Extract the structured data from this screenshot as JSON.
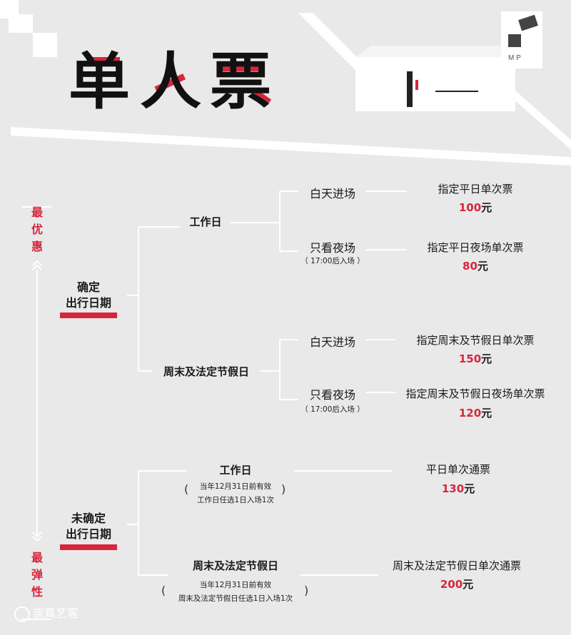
{
  "title": {
    "chars": [
      "单",
      "人",
      "票"
    ]
  },
  "side_labels": {
    "top": [
      "最",
      "优",
      "惠"
    ],
    "bottom": [
      "最",
      "弹",
      "性"
    ]
  },
  "fixed": {
    "label_line1": "确定",
    "label_line2": "出行日期",
    "weekday": {
      "label": "工作日",
      "day": {
        "option": "白天进场",
        "ticket": "指定平日单次票",
        "price": "100",
        "unit": "元"
      },
      "night": {
        "option": "只看夜场",
        "note": "（ 17:00后入场 ）",
        "ticket": "指定平日夜场单次票",
        "price": "80",
        "unit": "元"
      }
    },
    "weekend": {
      "label": "周末及法定节假日",
      "day": {
        "option": "白天进场",
        "ticket": "指定周末及节假日单次票",
        "price": "150",
        "unit": "元"
      },
      "night": {
        "option": "只看夜场",
        "note": "（ 17:00后入场 ）",
        "ticket": "指定周末及节假日夜场单次票",
        "price": "120",
        "unit": "元"
      }
    }
  },
  "flexible": {
    "label_line1": "未确定",
    "label_line2": "出行日期",
    "weekday": {
      "label": "工作日",
      "note1": "当年12月31日前有效",
      "note2": "工作日任选1日入场1次",
      "ticket": "平日单次通票",
      "price": "130",
      "unit": "元"
    },
    "weekend": {
      "label": "周末及法定节假日",
      "note1": "当年12月31日前有效",
      "note2": "周末及法定节假日任选1日入场1次",
      "ticket": "周末及法定节假日单次通票",
      "price": "200",
      "unit": "元"
    }
  },
  "watermark": "崇真艺客",
  "colors": {
    "accent": "#d6263c",
    "background": "#e9e9e9",
    "ink": "#111111"
  }
}
